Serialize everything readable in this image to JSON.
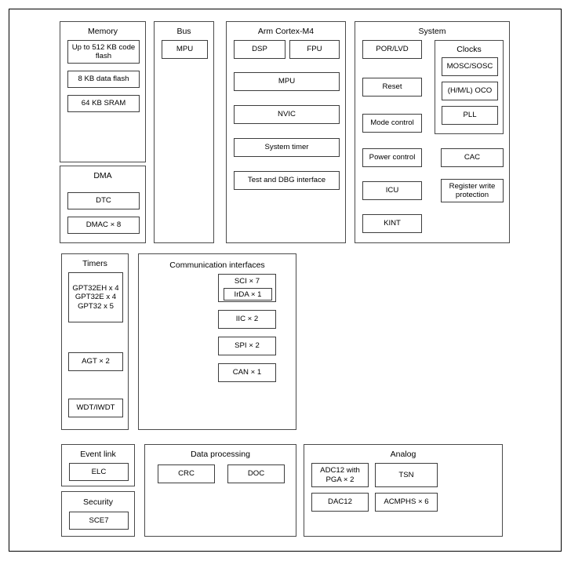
{
  "diagram": {
    "type": "block-diagram",
    "title_visible": false,
    "groups": [
      {
        "id": "memory",
        "label": "Memory",
        "blocks": [
          {
            "id": "code-flash",
            "label": "Up to 512 KB code flash"
          },
          {
            "id": "data-flash",
            "label": "8 KB data flash"
          },
          {
            "id": "sram",
            "label": "64 KB SRAM"
          }
        ]
      },
      {
        "id": "dma",
        "label": "DMA",
        "blocks": [
          {
            "id": "dtc",
            "label": "DTC"
          },
          {
            "id": "dmac",
            "label": "DMAC × 8"
          }
        ]
      },
      {
        "id": "bus",
        "label": "Bus",
        "blocks": [
          {
            "id": "bus-mpu",
            "label": "MPU"
          }
        ]
      },
      {
        "id": "cortex",
        "label": "Arm Cortex-M4",
        "blocks": [
          {
            "id": "dsp",
            "label": "DSP"
          },
          {
            "id": "fpu",
            "label": "FPU"
          },
          {
            "id": "core-mpu",
            "label": "MPU"
          },
          {
            "id": "nvic",
            "label": "NVIC"
          },
          {
            "id": "system-timer",
            "label": "System timer"
          },
          {
            "id": "test-dbg",
            "label": "Test and DBG interface"
          }
        ]
      },
      {
        "id": "system",
        "label": "System",
        "blocks": [
          {
            "id": "por-lvd",
            "label": "POR/LVD"
          },
          {
            "id": "reset",
            "label": "Reset"
          },
          {
            "id": "mode-control",
            "label": "Mode control"
          },
          {
            "id": "power-control",
            "label": "Power control"
          },
          {
            "id": "icu",
            "label": "ICU"
          },
          {
            "id": "kint",
            "label": "KINT"
          },
          {
            "id": "cac",
            "label": "CAC"
          },
          {
            "id": "register-write-protection",
            "label": "Register write protection"
          }
        ],
        "subgroups": [
          {
            "id": "clocks",
            "label": "Clocks",
            "blocks": [
              {
                "id": "mosc-sosc",
                "label": "MOSC/SOSC"
              },
              {
                "id": "oco",
                "label": "(H/M/L) OCO"
              },
              {
                "id": "pll",
                "label": "PLL"
              }
            ]
          }
        ]
      },
      {
        "id": "timers",
        "label": "Timers",
        "blocks": [
          {
            "id": "gpt",
            "label": "GPT32EH x 4\nGPT32E x 4\nGPT32 x 5"
          },
          {
            "id": "agt",
            "label": "AGT × 2"
          },
          {
            "id": "wdt",
            "label": "WDT/IWDT"
          }
        ]
      },
      {
        "id": "communication-interfaces",
        "label": "Communication interfaces",
        "blocks": [
          {
            "id": "sci",
            "label": "SCI × 7",
            "nested": {
              "id": "irda",
              "label": "IrDA × 1"
            }
          },
          {
            "id": "iic",
            "label": "IIC × 2"
          },
          {
            "id": "spi",
            "label": "SPI × 2"
          },
          {
            "id": "can",
            "label": "CAN × 1"
          }
        ]
      },
      {
        "id": "event-link",
        "label": "Event link",
        "blocks": [
          {
            "id": "elc",
            "label": "ELC"
          }
        ]
      },
      {
        "id": "security",
        "label": "Security",
        "blocks": [
          {
            "id": "sce7",
            "label": "SCE7"
          }
        ]
      },
      {
        "id": "data-processing",
        "label": "Data processing",
        "blocks": [
          {
            "id": "crc",
            "label": "CRC"
          },
          {
            "id": "doc",
            "label": "DOC"
          }
        ]
      },
      {
        "id": "analog",
        "label": "Analog",
        "blocks": [
          {
            "id": "adc12",
            "label": "ADC12 with PGA × 2"
          },
          {
            "id": "tsn",
            "label": "TSN"
          },
          {
            "id": "dac12",
            "label": "DAC12"
          },
          {
            "id": "acmphs",
            "label": "ACMPHS × 6"
          }
        ]
      }
    ],
    "colors": {
      "background": "#ffffff",
      "border": "#3d3d3d",
      "panel_border": "#4a4a4a",
      "frame": "#000000",
      "text": "#000000"
    }
  }
}
